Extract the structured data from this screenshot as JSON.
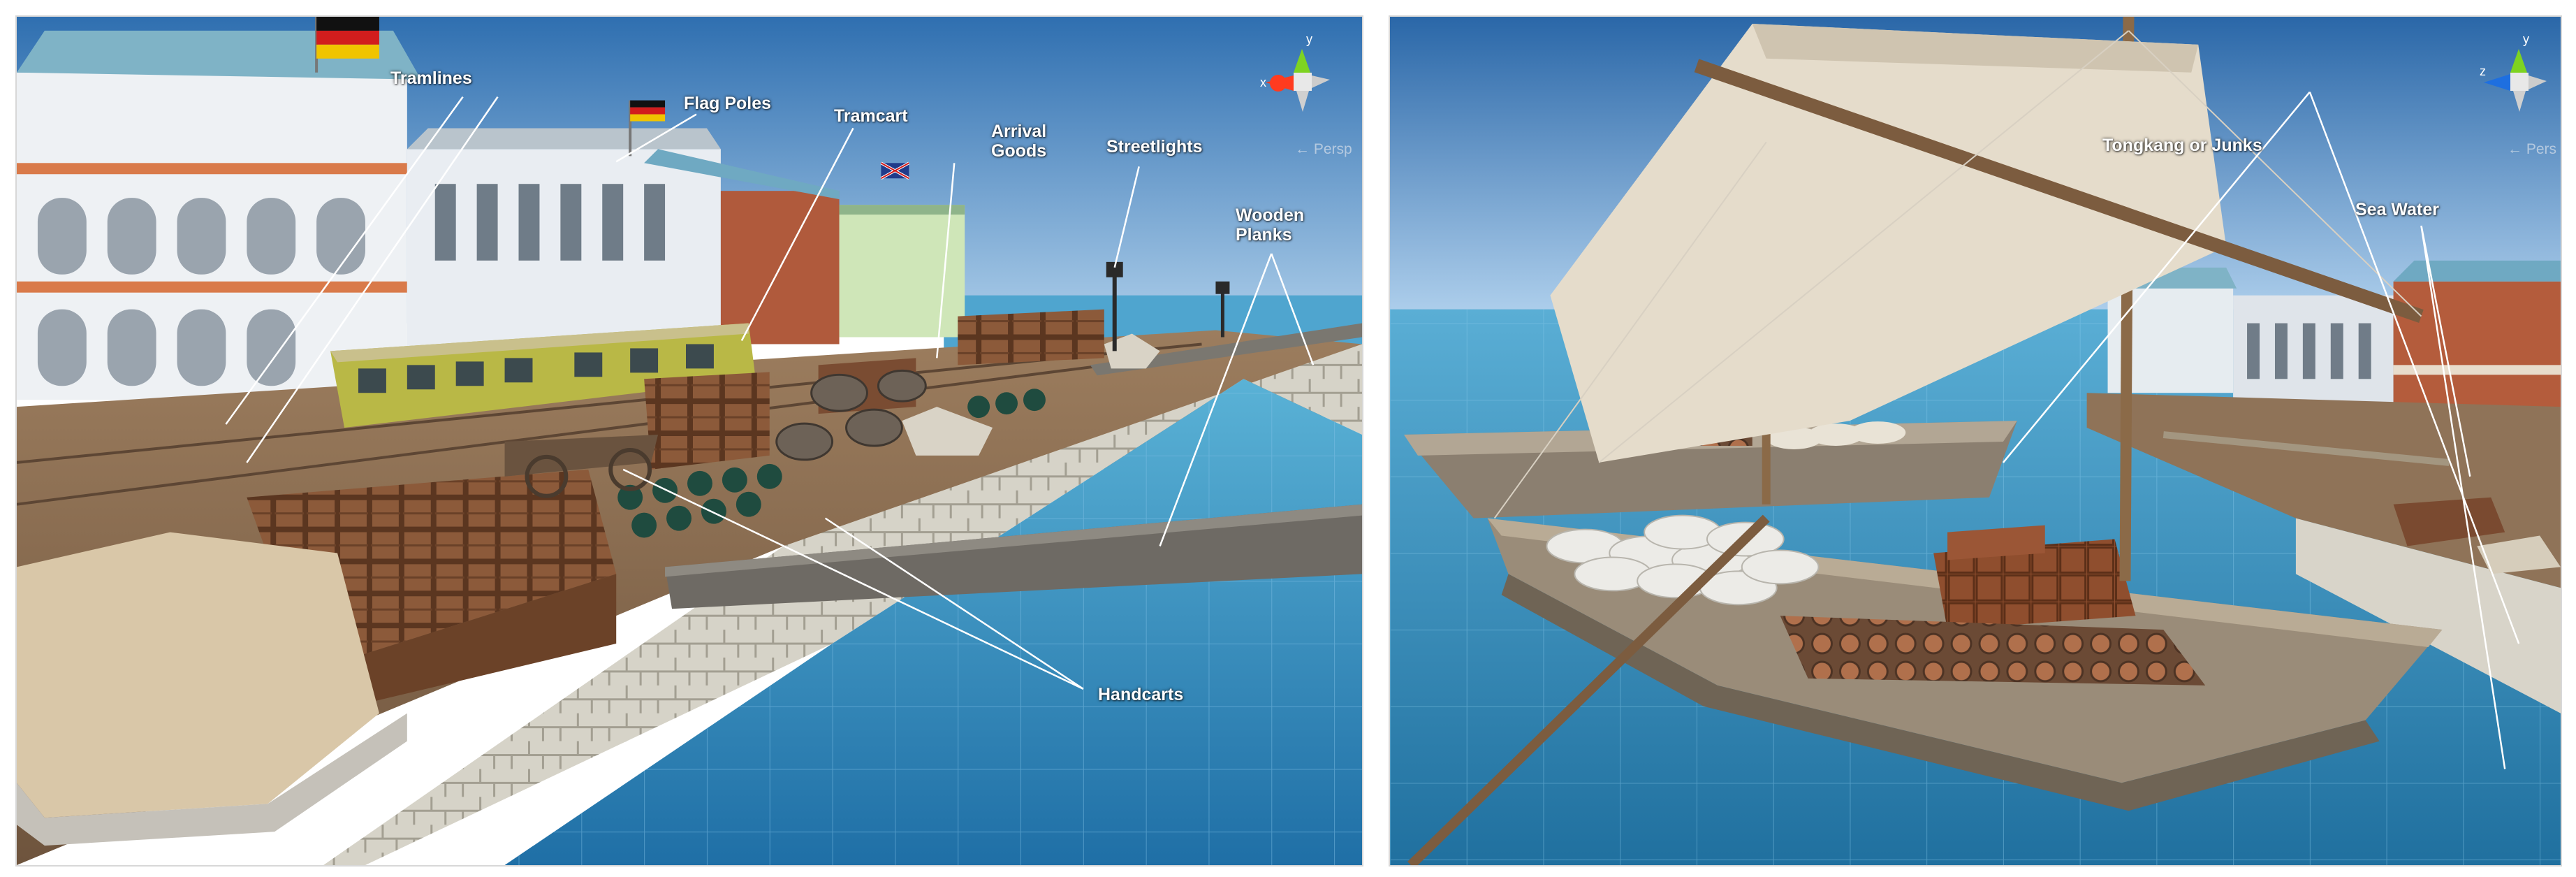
{
  "left_view": {
    "labels": {
      "tramlines": "Tramlines",
      "flag_poles": "Flag Poles",
      "tramcart": "Tramcart",
      "arrival_goods": "Arrival\nGoods",
      "streetlights": "Streetlights",
      "wooden_planks": "Wooden\nPlanks",
      "handcarts": "Handcarts"
    },
    "gizmo": {
      "y_axis": "y",
      "x_axis": "x",
      "projection": "← Persp"
    },
    "colors": {
      "sky_top": "#2f6fb0",
      "sky_bottom": "#9fc4e6",
      "water": "#3b8fc4",
      "dock": "#8a6d52",
      "wall": "#d9d6cc"
    }
  },
  "right_view": {
    "labels": {
      "tongkang": "Tongkang or Junks",
      "sea_water": "Sea Water"
    },
    "gizmo": {
      "y_axis": "y",
      "z_axis": "z",
      "projection": "← Pers"
    },
    "colors": {
      "sky_top": "#2a67a8",
      "sky_bottom": "#a9cbea",
      "water": "#3d93c6",
      "sail": "#e4dccb",
      "hull": "#8e8170"
    }
  }
}
